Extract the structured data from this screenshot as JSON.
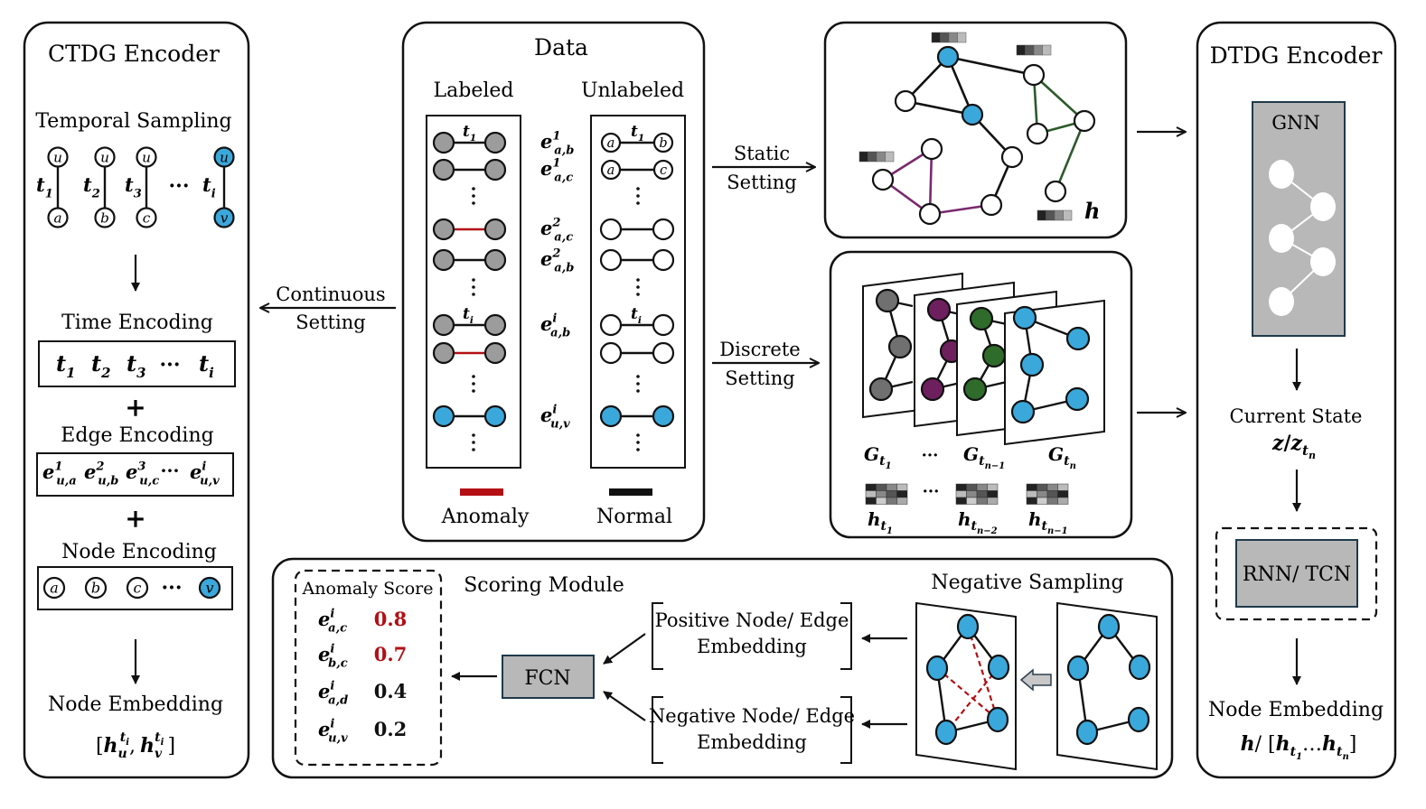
{
  "colors": {
    "blue": "#3aa8db",
    "gray_node": "#9c9c9c",
    "dark_gray_node": "#707070",
    "purple": "#6e1f5e",
    "purple_edge": "#7a2a6e",
    "green": "#2f6b2a",
    "green_edge": "#2c5a2a",
    "red": "#b30f14",
    "module_gray": "#b8b8b8",
    "module_border": "#1f3a4a",
    "scale": [
      "#222222",
      "#555555",
      "#888888",
      "#bbbbbb"
    ]
  },
  "ctdg": {
    "title": "CTDG Encoder",
    "temporal_sampling": "Temporal Sampling",
    "samples": [
      {
        "top": "u",
        "bottom": "a",
        "t": "t",
        "sub": "1",
        "highlight": false
      },
      {
        "top": "u",
        "bottom": "b",
        "t": "t",
        "sub": "2",
        "highlight": false
      },
      {
        "top": "u",
        "bottom": "c",
        "t": "t",
        "sub": "3",
        "highlight": false
      },
      {
        "top": "u",
        "bottom": "v",
        "t": "t",
        "sub": "i",
        "highlight": true
      }
    ],
    "ellipsis": "···",
    "time_encoding": "Time Encoding",
    "time_items": [
      {
        "t": "t",
        "sub": "1"
      },
      {
        "t": "t",
        "sub": "2"
      },
      {
        "t": "t",
        "sub": "3"
      },
      {
        "t": "···",
        "sub": ""
      },
      {
        "t": "t",
        "sub": "i"
      }
    ],
    "plus": "+",
    "edge_encoding": "Edge Encoding",
    "edge_items": [
      {
        "e": "e",
        "sup": "1",
        "sub": "u,a"
      },
      {
        "e": "e",
        "sup": "2",
        "sub": "u,b"
      },
      {
        "e": "e",
        "sup": "3",
        "sub": "u,c"
      },
      {
        "e": "···",
        "sup": "",
        "sub": ""
      },
      {
        "e": "e",
        "sup": "i",
        "sub": "u,v"
      }
    ],
    "node_encoding": "Node Encoding",
    "node_items": [
      {
        "label": "a",
        "highlight": false
      },
      {
        "label": "b",
        "highlight": false
      },
      {
        "label": "c",
        "highlight": false
      },
      {
        "label": "···",
        "highlight": false
      },
      {
        "label": "v",
        "highlight": true
      }
    ],
    "node_embedding": "Node Embedding",
    "node_embedding_formula": {
      "open": "[",
      "h1": "h",
      "sub1": "u",
      "sup1": "t",
      "supsub1": "i",
      "comma": ",",
      "h2": "h",
      "sub2": "v",
      "sup2": "t",
      "supsub2": "i",
      "close": "]"
    }
  },
  "continuous": {
    "line1": "Continuous",
    "line2": "Setting"
  },
  "data": {
    "title": "Data",
    "labeled": "Labeled",
    "unlabeled": "Unlabeled",
    "rows": [
      {
        "time": "t",
        "time_sub": "1",
        "edge_sup": "1",
        "edge_sub": "a,b",
        "labeled_color": "gray",
        "labeled_edge": "normal",
        "unl_color": "white",
        "unl_labels": [
          "a",
          "b"
        ]
      },
      {
        "time": "",
        "time_sub": "",
        "edge_sup": "1",
        "edge_sub": "a,c",
        "labeled_color": "gray",
        "labeled_edge": "normal",
        "unl_color": "white",
        "unl_labels": [
          "a",
          "c"
        ]
      },
      {
        "dots": true
      },
      {
        "time": "",
        "time_sub": "",
        "edge_sup": "2",
        "edge_sub": "a,c",
        "labeled_color": "gray",
        "labeled_edge": "anomaly",
        "unl_color": "white",
        "unl_labels": [
          "",
          ""
        ]
      },
      {
        "time": "",
        "time_sub": "",
        "edge_sup": "2",
        "edge_sub": "a,b",
        "labeled_color": "gray",
        "labeled_edge": "normal",
        "unl_color": "white",
        "unl_labels": [
          "",
          ""
        ]
      },
      {
        "dots": true
      },
      {
        "time": "t",
        "time_sub": "i",
        "edge_sup": "i",
        "edge_sub": "a,b",
        "labeled_color": "gray",
        "labeled_edge": "normal",
        "unl_color": "white",
        "unl_labels": [
          "",
          ""
        ]
      },
      {
        "time": "",
        "time_sub": "",
        "edge_sup": "",
        "edge_sub": "",
        "labeled_color": "gray",
        "labeled_edge": "anomaly",
        "unl_color": "white",
        "unl_labels": [
          "",
          ""
        ]
      },
      {
        "dots": true
      },
      {
        "time": "",
        "time_sub": "",
        "edge_sup": "i",
        "edge_sub": "u,v",
        "labeled_color": "blue",
        "labeled_edge": "normal",
        "unl_color": "blue",
        "unl_labels": [
          "",
          ""
        ]
      },
      {
        "dots": true
      }
    ],
    "legend": [
      {
        "label": "Anomaly",
        "color": "#b30f14"
      },
      {
        "label": "Normal",
        "color": "#111111"
      }
    ]
  },
  "static": {
    "line1": "Static",
    "line2": "Setting",
    "h_label": "h"
  },
  "discrete": {
    "line1": "Discrete",
    "line2": "Setting",
    "graph_labels": [
      {
        "g": "G",
        "sub": "t",
        "subsub": "1"
      },
      {
        "g": "···",
        "sub": "",
        "subsub": ""
      },
      {
        "g": "G",
        "sub": "t",
        "subsub": "n−1"
      },
      {
        "g": "G",
        "sub": "t",
        "subsub": "n"
      }
    ],
    "h_labels": [
      {
        "h": "h",
        "sub": "t",
        "subsub": "1"
      },
      {
        "h": "···",
        "sub": "",
        "subsub": ""
      },
      {
        "h": "h",
        "sub": "t",
        "subsub": "n−2"
      },
      {
        "h": "h",
        "sub": "t",
        "subsub": "n−1"
      }
    ]
  },
  "dtdg": {
    "title": "DTDG Encoder",
    "gnn": "GNN",
    "current_state": "Current State",
    "current_state_formula": {
      "a": "z",
      "slash": "/",
      "b": "z",
      "sub": "t",
      "subsub": "n"
    },
    "rnn": "RNN/ TCN",
    "node_embedding": "Node Embedding",
    "node_embedding_formula": {
      "h": "h",
      "slash": "/ [",
      "h1": "h",
      "sub1": "t",
      "subsub1": "1",
      "dots": "…",
      "h2": "h",
      "sub2": "t",
      "subsub2": "n",
      "close": "]"
    }
  },
  "scoring": {
    "title": "Scoring Module",
    "anomaly_score_title": "Anomaly Score",
    "scores": [
      {
        "sub": "a,c",
        "sup": "i",
        "value": "0.8",
        "anomalous": true
      },
      {
        "sub": "b,c",
        "sup": "i",
        "value": "0.7",
        "anomalous": true
      },
      {
        "sub": "a,d",
        "sup": "i",
        "value": "0.4",
        "anomalous": false
      },
      {
        "sub": "u,v",
        "sup": "i",
        "value": "0.2",
        "anomalous": false
      }
    ],
    "fcn": "FCN",
    "positive_line1": "Positive Node/ Edge",
    "positive_line2": "Embedding",
    "negative_line1": "Negative Node/ Edge",
    "negative_line2": "Embedding",
    "negative_sampling": "Negative Sampling"
  }
}
